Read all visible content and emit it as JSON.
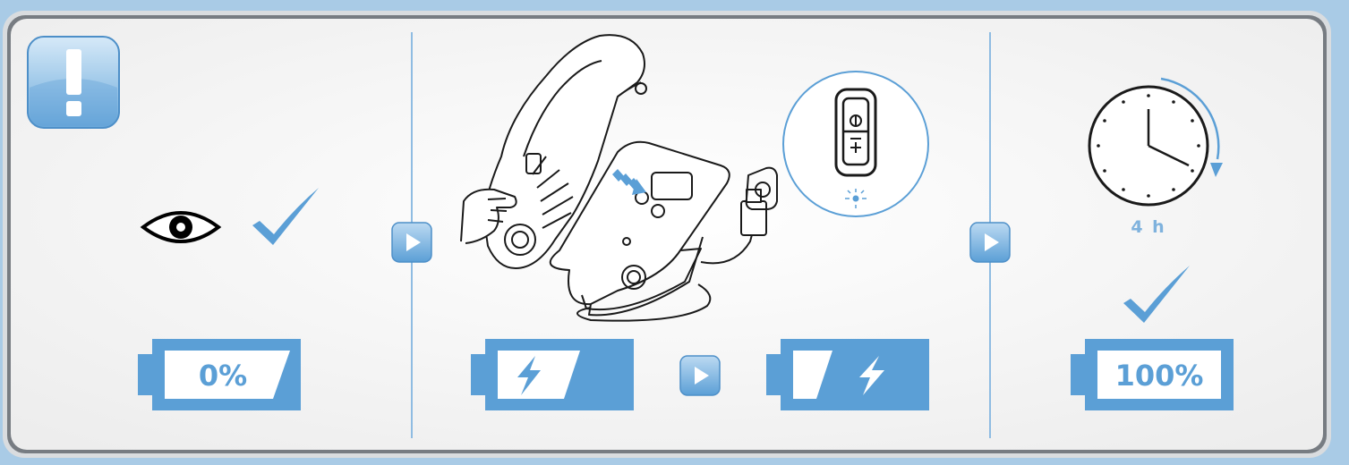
{
  "panel_1": {
    "alert_icon": "exclamation-icon",
    "inspect_icon": "eye-icon",
    "ok_icon": "checkmark-icon",
    "battery_level": 0,
    "battery_label": "0%"
  },
  "panel_2": {
    "device_icon": "handheld-vacuum-on-charging-base",
    "charger_icon": "wall-plug-adapter-icon",
    "switch_icon": "power-switch-icon",
    "charging_from": "charging-battery-low",
    "charging_to": "charging-battery-high"
  },
  "panel_3": {
    "clock_icon": "clock-icon",
    "charge_time": "4 h",
    "ok_icon": "checkmark-icon",
    "battery_level": 100,
    "battery_label": "100%"
  },
  "colors": {
    "accent": "#5b9fd6",
    "light_accent": "#a9cbe6",
    "frame_dark": "#555a60"
  }
}
